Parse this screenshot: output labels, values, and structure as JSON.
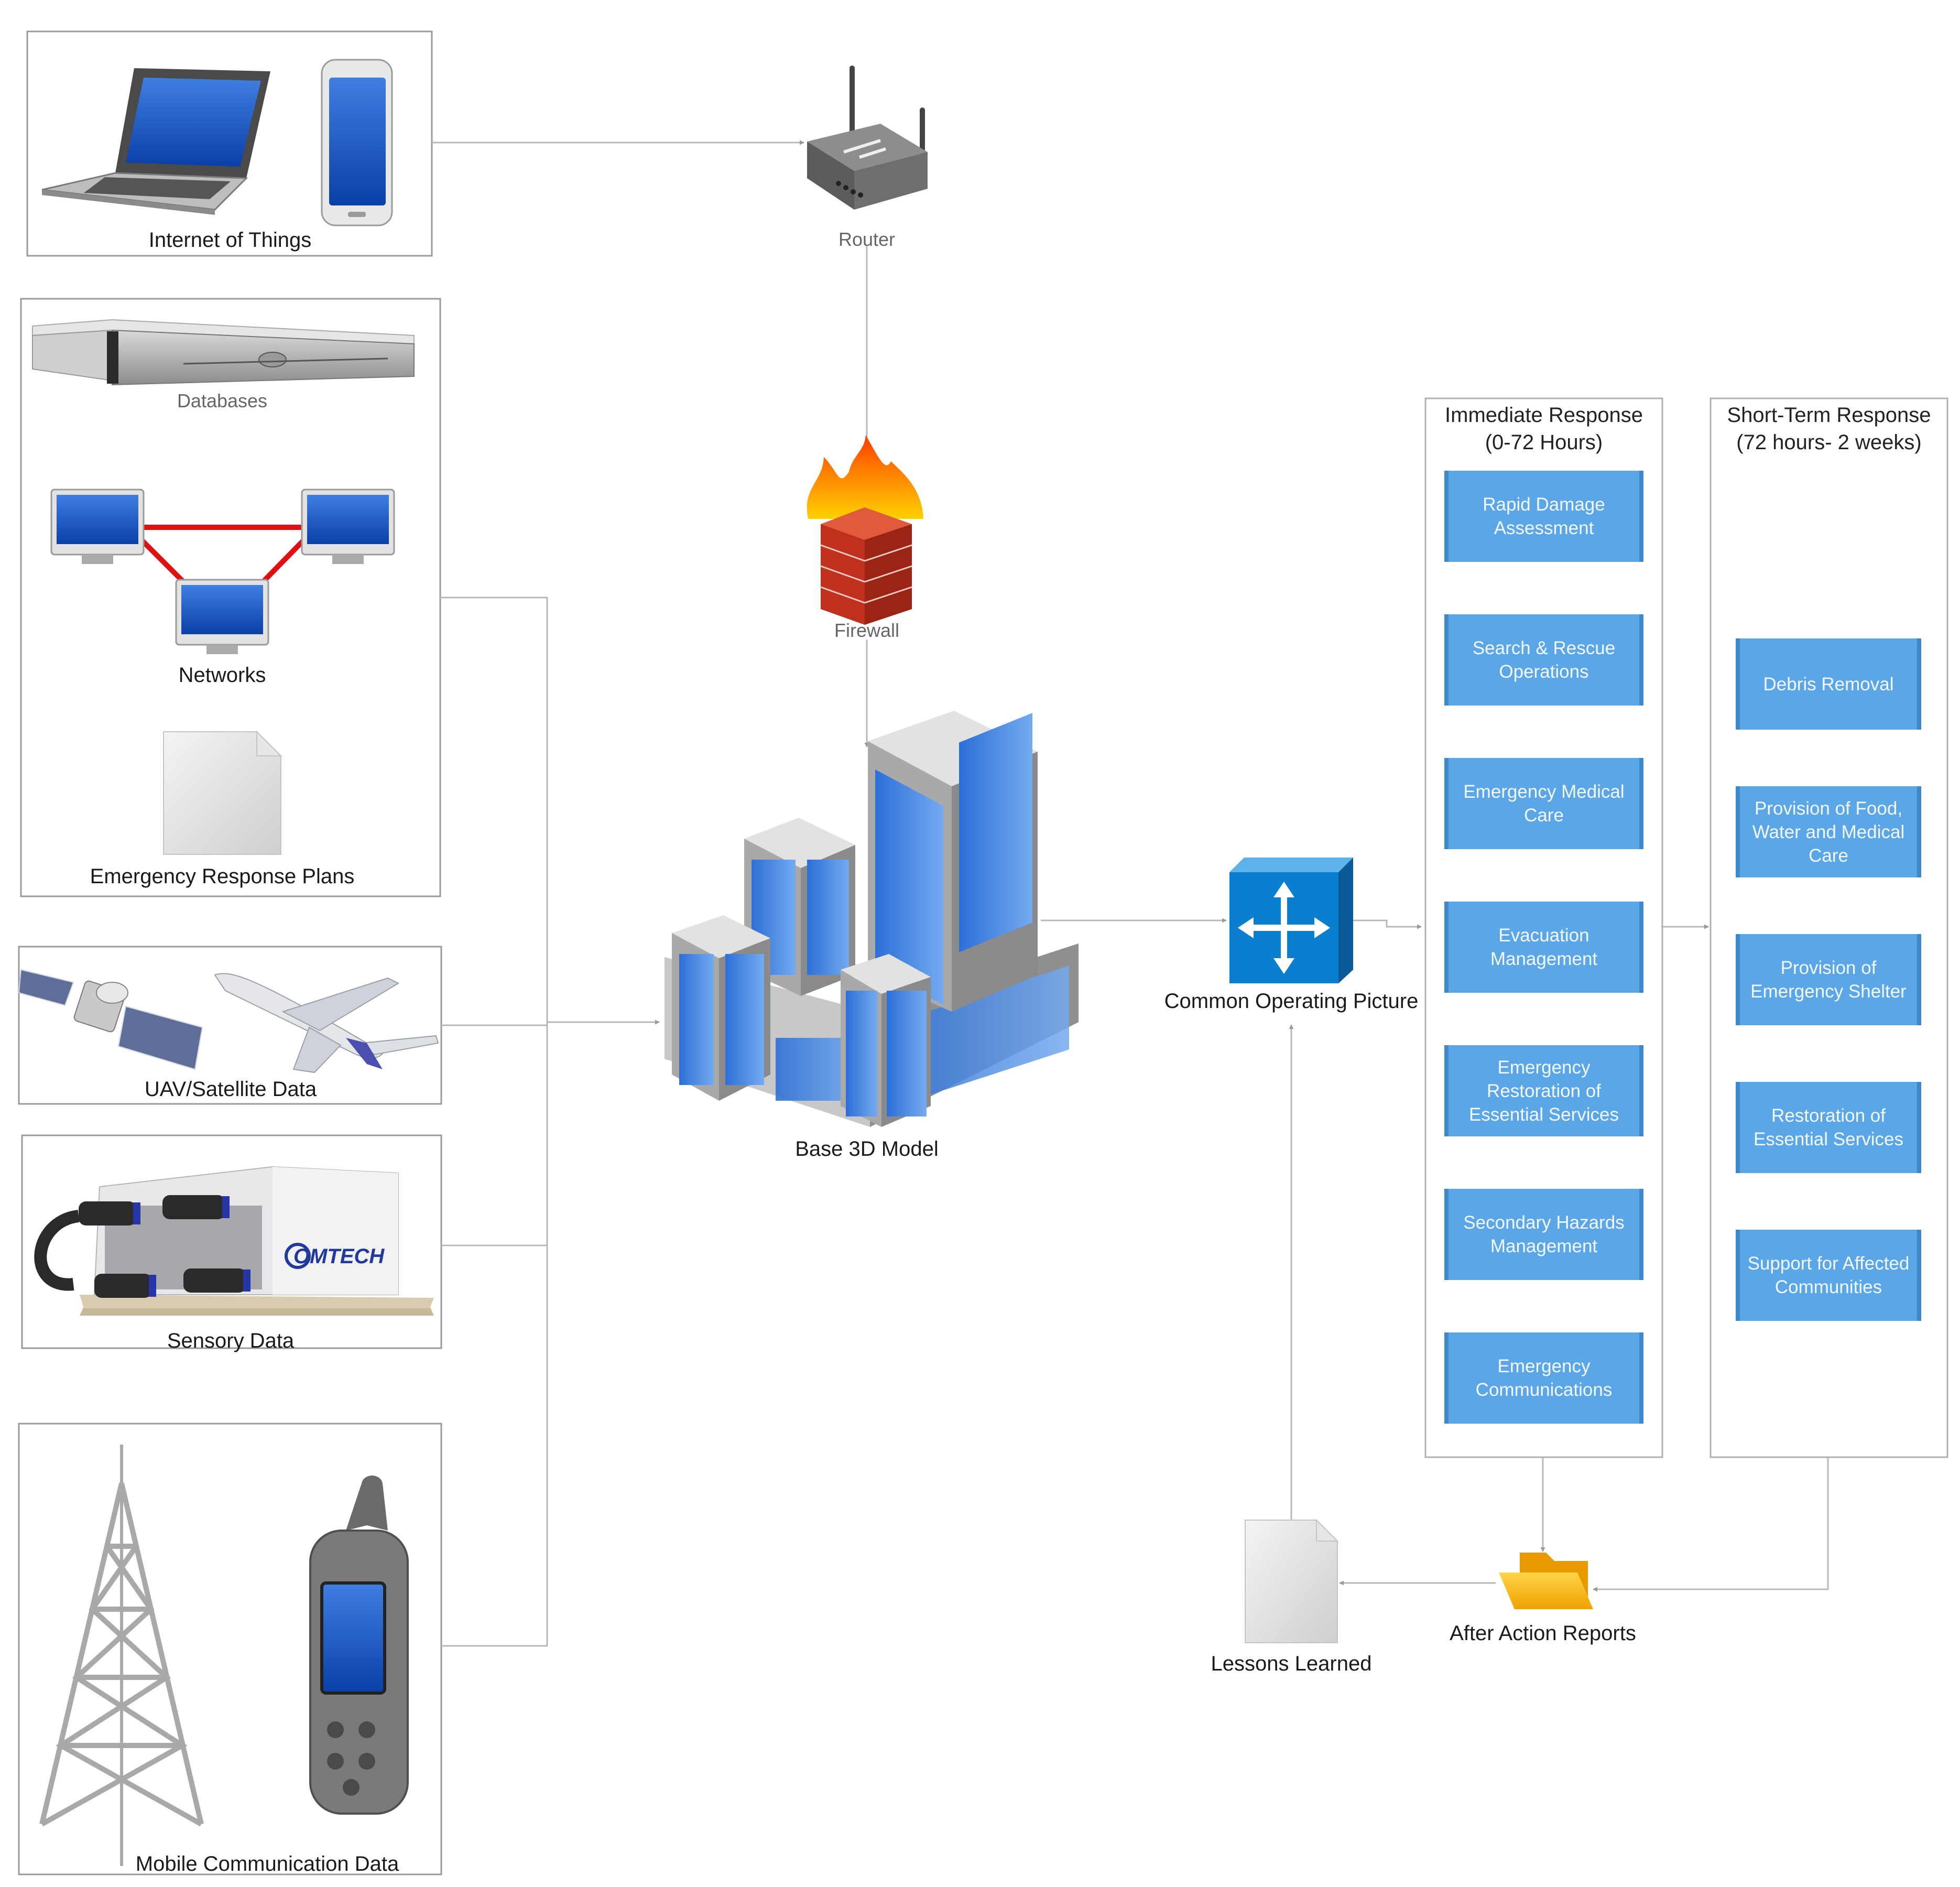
{
  "sources": {
    "iot": "Internet of Things",
    "databases": "Databases",
    "networks": "Networks",
    "plans": "Emergency Response Plans",
    "uav": "UAV/Satellite Data",
    "sensory": "Sensory Data",
    "mobile": "Mobile Communication Data"
  },
  "pipeline": {
    "router": "Router",
    "firewall": "Firewall",
    "model": "Base 3D Model",
    "cop": "Common Operating Picture"
  },
  "immediate": {
    "title_line1": "Immediate Response",
    "title_line2": "(0-72 Hours)",
    "items": [
      "Rapid Damage Assessment",
      "Search & Rescue Operations",
      "Emergency Medical Care",
      "Evacuation Management",
      "Emergency Restoration of Essential Services",
      "Secondary Hazards Management",
      "Emergency Communications"
    ]
  },
  "short_term": {
    "title_line1": "Short-Term Response",
    "title_line2": "(72 hours- 2 weeks)",
    "items": [
      "Debris Removal",
      "Provision of Food, Water and Medical Care",
      "Provision of Emergency Shelter",
      "Restoration of Essential Services",
      "Support for Affected Communities"
    ]
  },
  "feedback": {
    "reports": "After Action Reports",
    "lessons": "Lessons Learned"
  },
  "colors": {
    "task_fill": "#5aa6e6",
    "task_edge": "#3f87c6",
    "connector": "#b8b8b8",
    "network_link": "#e01010"
  }
}
